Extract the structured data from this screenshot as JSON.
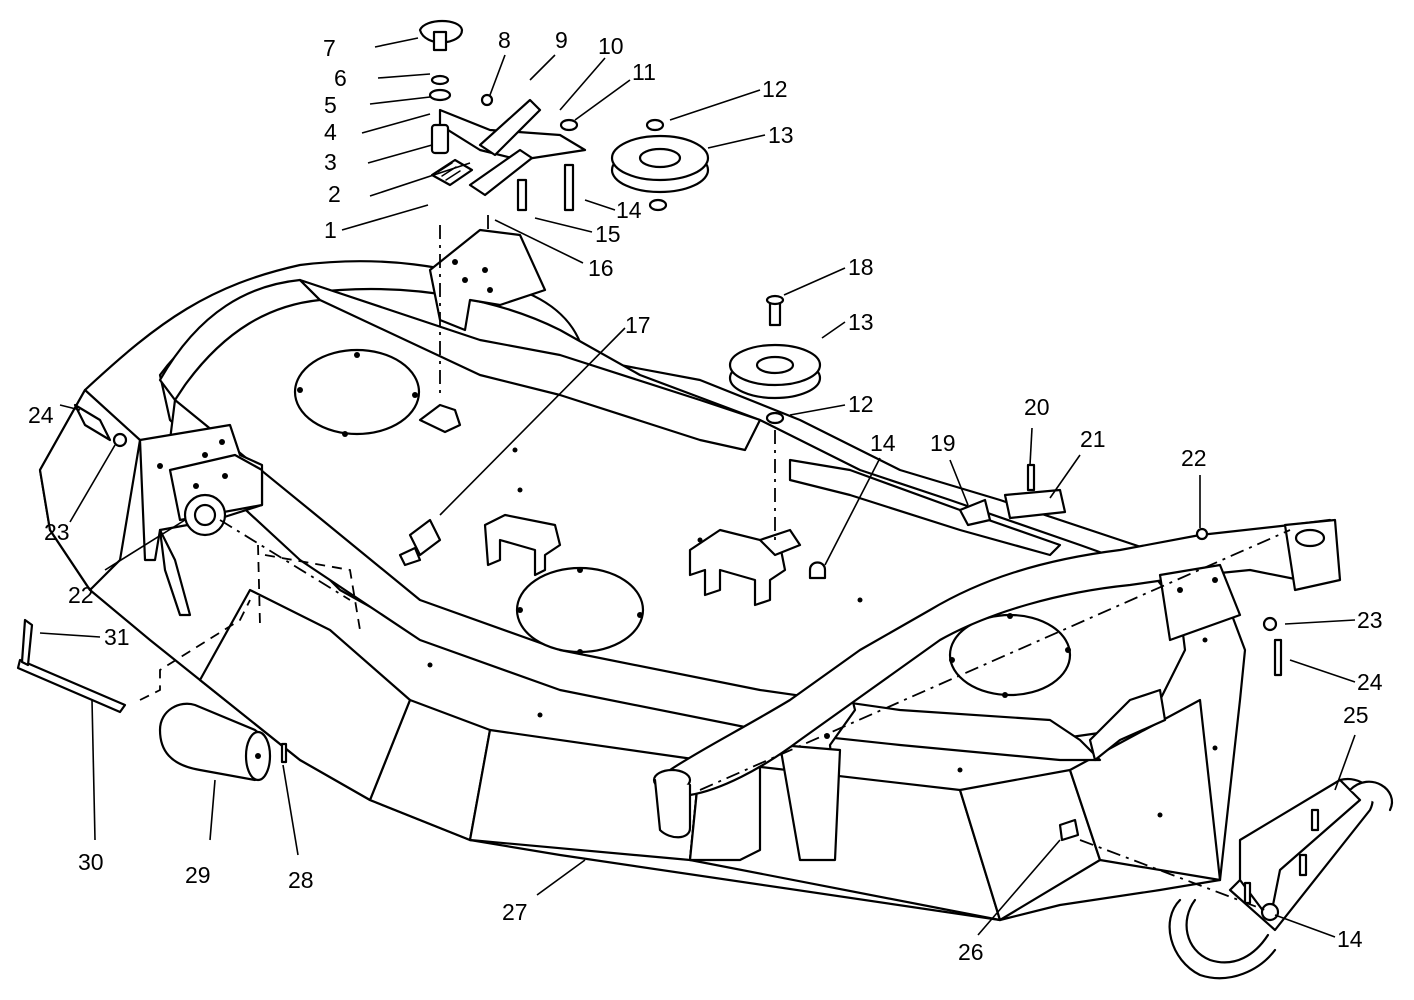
{
  "figure": {
    "callouts": [
      {
        "id": "c7",
        "label": "7"
      },
      {
        "id": "c6",
        "label": "6"
      },
      {
        "id": "c5",
        "label": "5"
      },
      {
        "id": "c4",
        "label": "4"
      },
      {
        "id": "c3",
        "label": "3"
      },
      {
        "id": "c2",
        "label": "2"
      },
      {
        "id": "c1",
        "label": "1"
      },
      {
        "id": "c8",
        "label": "8"
      },
      {
        "id": "c9",
        "label": "9"
      },
      {
        "id": "c10",
        "label": "10"
      },
      {
        "id": "c11",
        "label": "11"
      },
      {
        "id": "c12a",
        "label": "12"
      },
      {
        "id": "c13a",
        "label": "13"
      },
      {
        "id": "c14a",
        "label": "14"
      },
      {
        "id": "c15",
        "label": "15"
      },
      {
        "id": "c16",
        "label": "16"
      },
      {
        "id": "c17",
        "label": "17"
      },
      {
        "id": "c18",
        "label": "18"
      },
      {
        "id": "c13b",
        "label": "13"
      },
      {
        "id": "c12b",
        "label": "12"
      },
      {
        "id": "c14b",
        "label": "14"
      },
      {
        "id": "c19",
        "label": "19"
      },
      {
        "id": "c20",
        "label": "20"
      },
      {
        "id": "c21",
        "label": "21"
      },
      {
        "id": "c22a",
        "label": "22"
      },
      {
        "id": "c22b",
        "label": "22"
      },
      {
        "id": "c23a",
        "label": "23"
      },
      {
        "id": "c23b",
        "label": "23"
      },
      {
        "id": "c24a",
        "label": "24"
      },
      {
        "id": "c24b",
        "label": "24"
      },
      {
        "id": "c25",
        "label": "25"
      },
      {
        "id": "c26",
        "label": "26"
      },
      {
        "id": "c27",
        "label": "27"
      },
      {
        "id": "c28",
        "label": "28"
      },
      {
        "id": "c29",
        "label": "29"
      },
      {
        "id": "c30",
        "label": "30"
      },
      {
        "id": "c31",
        "label": "31"
      },
      {
        "id": "c14c",
        "label": "14"
      }
    ]
  }
}
